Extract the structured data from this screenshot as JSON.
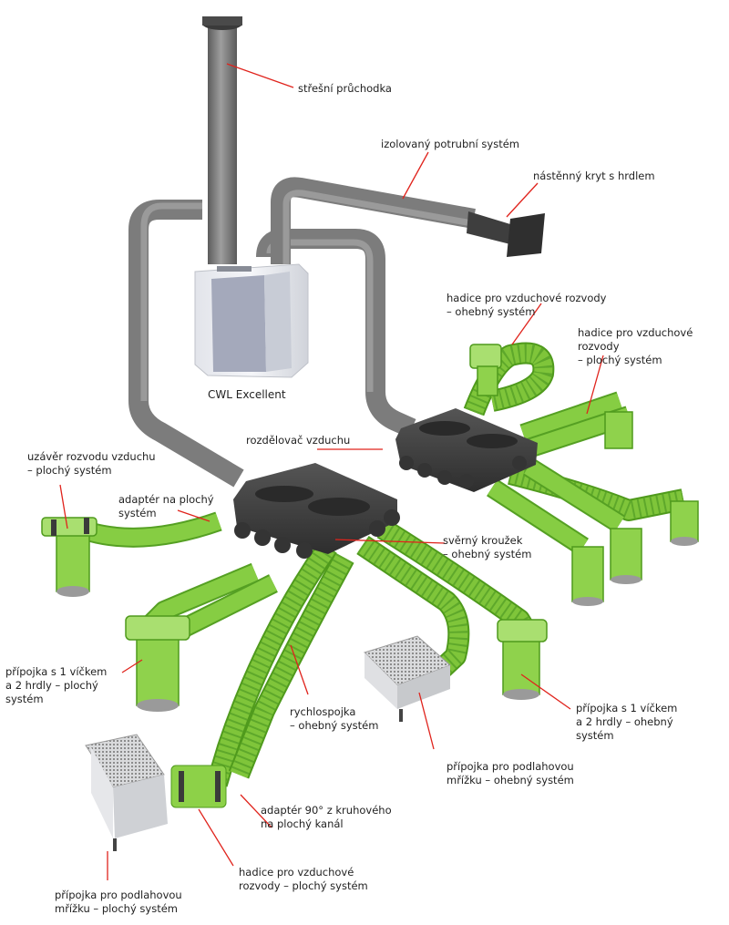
{
  "colors": {
    "duct_grey": "#7c7c7c",
    "hose_green": "#7fc53a",
    "hub_dark": "#3c3c3c",
    "unit_white": "#eceef2",
    "unit_panel": "#9aa0b4",
    "leader_red": "#e0231c"
  },
  "labels": {
    "roof_pass": "střešní průchodka",
    "insulated_duct": "izolovaný potrubní systém",
    "wall_cover": "nástěnný kryt s hrdlem",
    "hose_flexible_1": "hadice pro vzduchové rozvody\n– ohebný systém",
    "hose_flat_1": "hadice pro vzduchové rozvody\n– plochý systém",
    "unit_name": "CWL Excellent",
    "distributor": "rozdělovač vzduchu",
    "end_cap": "uzávěr rozvodu vzduchu\n– plochý systém",
    "flat_adapter": "adaptér na plochý\nsystém",
    "clamp_ring": "svěrný kroužek\n– ohebný systém",
    "connector_flat": "přípojka s 1 víčkem\na 2 hrdly – plochý\nsystém",
    "quick_coupler": "rychlospojka\n– ohebný systém",
    "connector_flexible": "přípojka s 1 víčkem\na 2 hrdly – ohebný\nsystém",
    "floor_grille_flexible": "přípojka pro podlahovou\nmřížku – ohebný systém",
    "adapter_90": "adaptér 90° z kruhového\nna plochý kanál",
    "hose_flat_2": "hadice pro vzduchové\nrozvody – plochý systém",
    "floor_grille_flat": "přípojka pro podlahovou\nmřížku – plochý systém"
  }
}
